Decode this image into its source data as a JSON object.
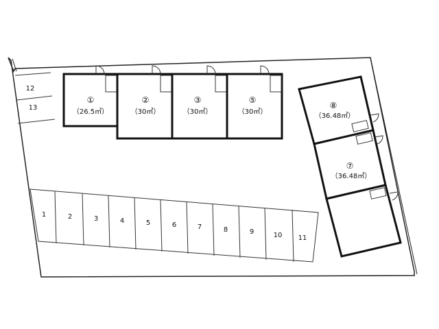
{
  "units": [
    {
      "number": "①",
      "area": "（26.5㎡）"
    },
    {
      "number": "②",
      "area": "（30㎡）"
    },
    {
      "number": "③",
      "area": "（30㎡）"
    },
    {
      "number": "⑤",
      "area": "（30㎡）"
    },
    {
      "number": "⑧",
      "area": "（36.48㎡）"
    },
    {
      "number": "⑦",
      "area": "（36.48㎡）"
    }
  ],
  "parking": [
    "1",
    "2",
    "3",
    "4",
    "5",
    "6",
    "7",
    "8",
    "9",
    "10",
    "11",
    "12",
    "13"
  ]
}
